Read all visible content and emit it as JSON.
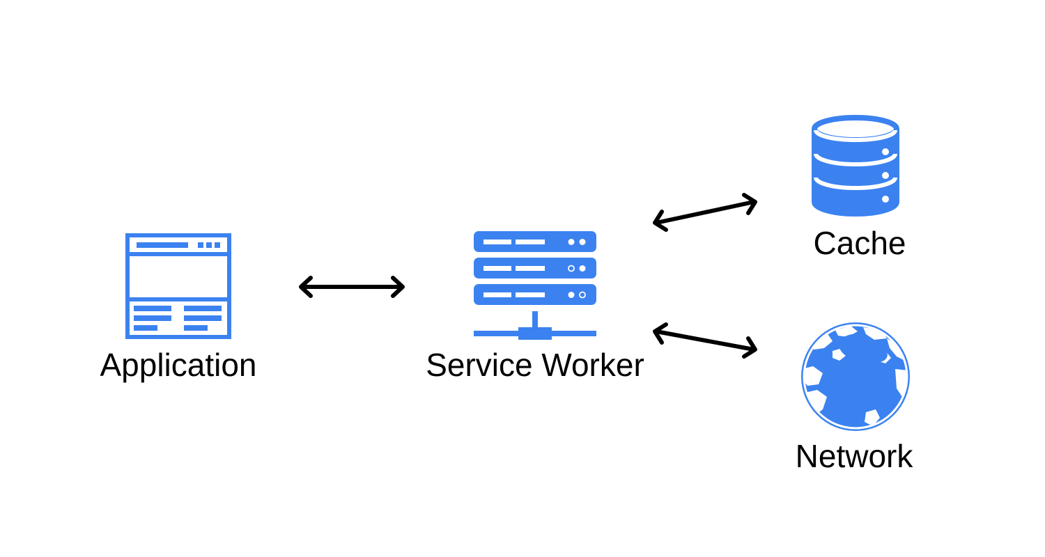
{
  "colors": {
    "icon": "#3b82f0",
    "arrow": "#000000",
    "background": "#ffffff",
    "label": "#000000"
  },
  "nodes": {
    "application": {
      "label": "Application",
      "icon": "browser-window-icon"
    },
    "service_worker": {
      "label": "Service Worker",
      "icon": "server-rack-icon"
    },
    "cache": {
      "label": "Cache",
      "icon": "database-icon"
    },
    "network": {
      "label": "Network",
      "icon": "globe-icon"
    }
  },
  "edges": [
    {
      "from": "Application",
      "to": "Service Worker",
      "direction": "bidirectional"
    },
    {
      "from": "Service Worker",
      "to": "Cache",
      "direction": "bidirectional"
    },
    {
      "from": "Service Worker",
      "to": "Network",
      "direction": "bidirectional"
    }
  ]
}
